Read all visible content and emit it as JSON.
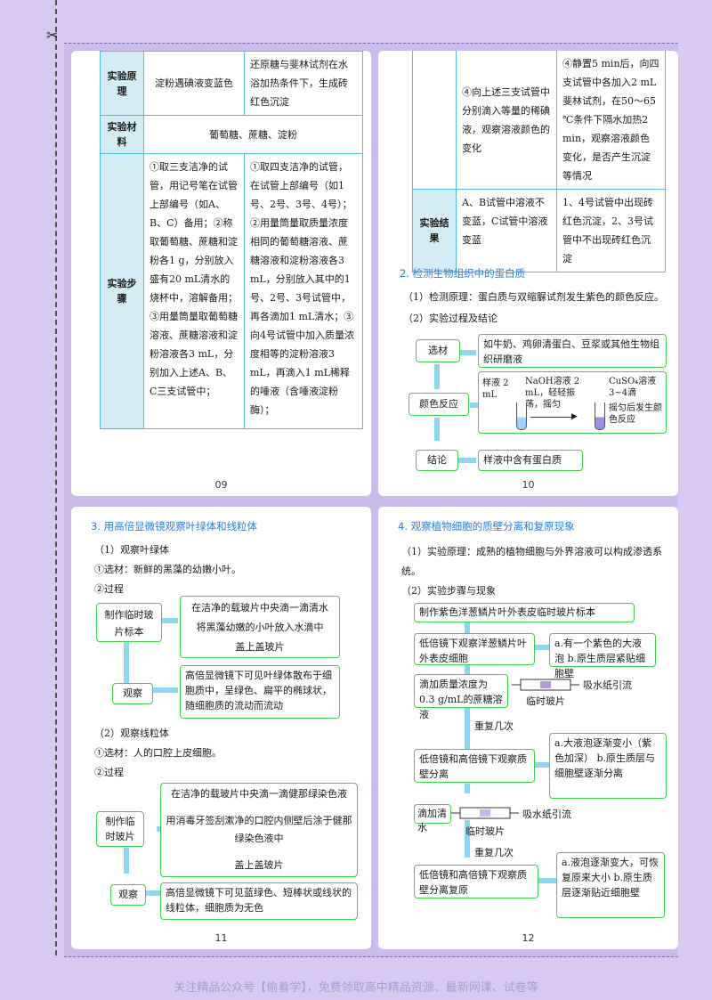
{
  "p9": {
    "page_no": "09",
    "rows": [
      {
        "head": "实验原理",
        "a": "淀粉遇碘液变蓝色",
        "b": "还原糖与斐林试剂在水浴加热条件下，生成砖红色沉淀"
      },
      {
        "head": "实验材料",
        "span": "葡萄糖、蔗糖、淀粉"
      },
      {
        "head": "实验步骤",
        "a": "①取三支洁净的试管，用记号笔在试管上部编号（如A、B、C）备用；②称取葡萄糖、蔗糖和淀粉各1 g，分别放入盛有20 mL清水的烧杯中，溶解备用；③用量筒量取葡萄糖溶液、蔗糖溶液和淀粉溶液各3 mL，分别加入上述A、B、C三支试管中；",
        "b": "①取四支洁净的试管，在试管上部编号（如1号、2号、3号、4号）；②用量筒量取质量浓度相同的葡萄糖溶液、蔗糖溶液和淀粉溶液各3 mL，分别放入其中的1号、2号、3号试管中，再各滴加1 mL清水；③向4号试管中加入质量浓度相等的淀粉溶液3 mL，再滴入1 mL稀释的唾液（含唾液淀粉酶）；"
      }
    ]
  },
  "p10": {
    "page_no": "10",
    "row1_a": "④向上述三支试管中分别滴入等量的稀碘液，观察溶液颜色的变化",
    "row1_b": "④静置5 min后，向四支试管中各加入2 mL斐林试剂，在50～65 ℃条件下隔水加热2 min，观察溶液颜色变化，是否产生沉淀等情况",
    "row2_head": "实验结果",
    "row2_a": "A、B试管中溶液不变蓝，C试管中溶液变蓝",
    "row2_b": "1、4号试管中出现砖红色沉淀，2、3号试管中不出现砖红色沉淀",
    "section": "2. 检测生物组织中的蛋白质",
    "l1": "（1）检测原理：蛋白质与双缩脲试剂发生紫色的颜色反应。",
    "l2": "（2）实验过程及结论",
    "tag1": "选材",
    "box1": "如牛奶、鸡卵清蛋白、豆浆或其他生物组织研磨液",
    "tag2": "颜色反应",
    "sample": "样液 2 mL",
    "naoh": "NaOH溶液 2 mL，轻轻振荡，摇匀",
    "cuso4": "CuSO₄溶液 3~4滴",
    "after": "摇匀后发生颜色反应",
    "tag3": "结论",
    "box3": "样液中含有蛋白质"
  },
  "p11": {
    "page_no": "11",
    "section": "3. 用高倍显微镜观察叶绿体和线粒体",
    "a1": "（1）观察叶绿体",
    "a2": "①选材：新鲜的黑藻的幼嫩小叶。",
    "a3": "②过程",
    "tagA": "制作临时玻片标本",
    "stepA1": "在洁净的载玻片中央滴一滴清水",
    "stepA2": "将黑藻幼嫩的小叶放入水滴中",
    "stepA3": "盖上盖玻片",
    "tagB": "观察",
    "stepB": "高倍显微镜下可见叶绿体散布于细胞质中，呈绿色、扁平的椭球状，随细胞质的流动而流动",
    "b1": "（2）观察线粒体",
    "b2": "①选材：人的口腔上皮细胞。",
    "b3": "②过程",
    "tagC": "制作临时玻片",
    "stepC1": "在洁净的载玻片中央滴一滴健那绿染色液",
    "stepC2": "用消毒牙签刮漱净的口腔内侧壁后涂于健那绿染色液中",
    "stepC3": "盖上盖玻片",
    "tagD": "观察",
    "stepD": "高倍显微镜下可见蓝绿色、短棒状或线状的线粒体，细胞质为无色"
  },
  "p12": {
    "page_no": "12",
    "section": "4. 观察植物细胞的质壁分离和复原现象",
    "l1": "（1）实验原理：成熟的植物细胞与外界溶液可以构成渗透系统。",
    "l2": "（2）实验步骤与现象",
    "s1": "制作紫色洋葱鳞片叶外表皮临时玻片标本",
    "s2": "低倍镜下观察洋葱鳞片叶外表皮细胞",
    "s2r": "a.有一个紫色的大液泡 b.原生质层紧贴细胞壁",
    "s3": "滴加质量浓度为0.3 g/mL的蔗糖溶液",
    "s3r": "吸水纸引流",
    "s3c": "临时玻片",
    "rep1": "重复几次",
    "s4": "低倍镜和高倍镜下观察质壁分离",
    "s4r": "a.大液泡逐渐变小（紫色加深） b.原生质层与细胞壁逐渐分离",
    "s5": "滴加清水",
    "s5r": "吸水纸引流",
    "s5c": "临时玻片",
    "rep2": "重复几次",
    "s6": "低倍镜和高倍镜下观察质壁分离复原",
    "s6r": "a.液泡逐渐变大，可恢复原来大小 b.原生质层逐渐贴近细胞壁"
  },
  "footer": "关注精品公众号【偷着学】，免费领取高中精品资源、最新网课、试卷等"
}
